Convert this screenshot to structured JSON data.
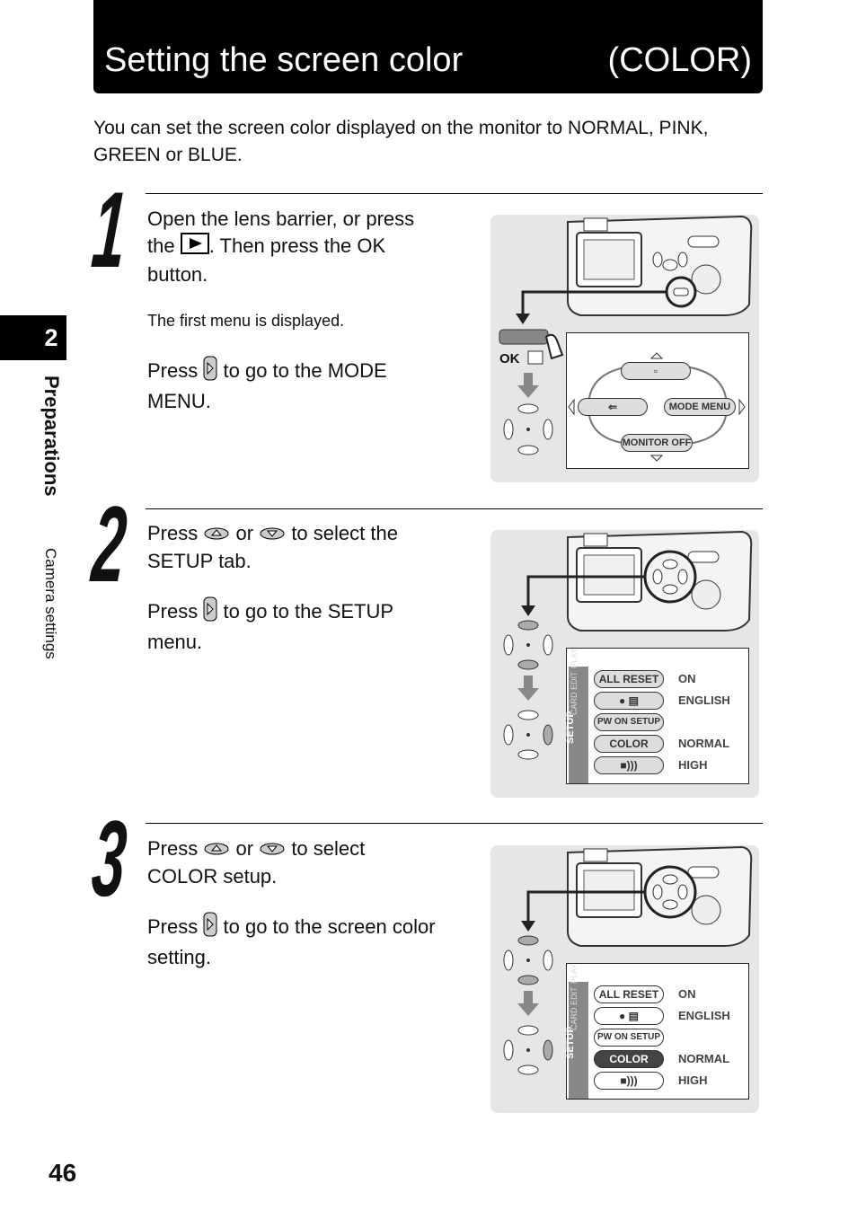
{
  "header": {
    "title": "Setting the screen color",
    "tag": "(COLOR)"
  },
  "intro": "You can set the screen color displayed on the monitor to NORMAL, PINK, GREEN or BLUE.",
  "sidebar": {
    "chapter": "2",
    "section": "Preparations",
    "subsection": "Camera settings"
  },
  "steps": [
    {
      "number": "1",
      "line1_a": "Open the lens barrier, or press",
      "line1_b": "the",
      "line1_c": ". Then press the OK",
      "line1_d": "button.",
      "note": "The first menu is displayed.",
      "line2_a": "Press",
      "line2_b": "to go to the MODE",
      "line2_c": "MENU."
    },
    {
      "number": "2",
      "line1_a": "Press",
      "line1_or": "or",
      "line1_b": "to select the",
      "line1_c": "SETUP tab.",
      "line2_a": "Press",
      "line2_b": "to go to the SETUP",
      "line2_c": "menu."
    },
    {
      "number": "3",
      "line1_a": "Press",
      "line1_or": "or",
      "line1_b": "to select",
      "line1_c": "COLOR setup.",
      "line2_a": "Press",
      "line2_b": "to go to the screen color",
      "line2_c": "setting."
    }
  ],
  "illus1": {
    "ok_label": "OK",
    "mode_menu": "MODE MENU",
    "monitor_off": "MONITOR OFF"
  },
  "setup_menu": {
    "tabs": [
      "SETUP",
      "CARD",
      "EDIT",
      "PLAY"
    ],
    "items": [
      {
        "label": "ALL RESET",
        "value": "ON"
      },
      {
        "label": "",
        "value": "ENGLISH"
      },
      {
        "label": "PW ON SETUP",
        "value": ""
      },
      {
        "label": "COLOR",
        "value": "NORMAL"
      },
      {
        "label": "■)))",
        "value": "HIGH"
      }
    ]
  },
  "page_number": "46"
}
